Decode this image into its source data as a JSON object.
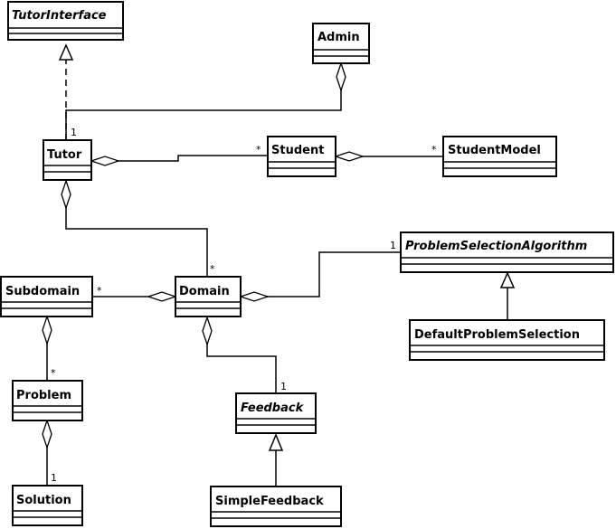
{
  "diagram": {
    "classes": {
      "tutor_interface": {
        "name": "TutorInterface",
        "abstract": true
      },
      "admin": {
        "name": "Admin",
        "abstract": false
      },
      "tutor": {
        "name": "Tutor",
        "abstract": false
      },
      "student": {
        "name": "Student",
        "abstract": false
      },
      "student_model": {
        "name": "StudentModel",
        "abstract": false
      },
      "problem_selection_algorithm": {
        "name": "ProblemSelectionAlgorithm",
        "abstract": true
      },
      "subdomain": {
        "name": "Subdomain",
        "abstract": false
      },
      "domain": {
        "name": "Domain",
        "abstract": false
      },
      "default_problem_selection": {
        "name": "DefaultProblemSelection",
        "abstract": false
      },
      "problem": {
        "name": "Problem",
        "abstract": false
      },
      "feedback": {
        "name": "Feedback",
        "abstract": true
      },
      "solution": {
        "name": "Solution",
        "abstract": false
      },
      "simple_feedback": {
        "name": "SimpleFeedback",
        "abstract": false
      }
    },
    "relations": [
      {
        "kind": "realization",
        "from": "Tutor",
        "to": "TutorInterface"
      },
      {
        "kind": "aggregation",
        "whole": "Admin",
        "part": "Tutor",
        "part_multiplicity": "1"
      },
      {
        "kind": "aggregation",
        "whole": "Tutor",
        "part": "Student",
        "part_multiplicity": "*"
      },
      {
        "kind": "aggregation",
        "whole": "Student",
        "part": "StudentModel",
        "part_multiplicity": "*"
      },
      {
        "kind": "aggregation",
        "whole": "Tutor",
        "part": "Domain",
        "part_multiplicity": "*"
      },
      {
        "kind": "aggregation",
        "whole": "Domain",
        "part": "Subdomain",
        "part_multiplicity": "*"
      },
      {
        "kind": "aggregation",
        "whole": "Domain",
        "part": "ProblemSelectionAlgorithm",
        "part_multiplicity": "1"
      },
      {
        "kind": "generalization",
        "from": "DefaultProblemSelection",
        "to": "ProblemSelectionAlgorithm"
      },
      {
        "kind": "aggregation",
        "whole": "Subdomain",
        "part": "Problem",
        "part_multiplicity": "*"
      },
      {
        "kind": "aggregation",
        "whole": "Domain",
        "part": "Feedback",
        "part_multiplicity": "1"
      },
      {
        "kind": "aggregation",
        "whole": "Problem",
        "part": "Solution",
        "part_multiplicity": "1"
      },
      {
        "kind": "generalization",
        "from": "SimpleFeedback",
        "to": "Feedback"
      }
    ],
    "multiplicities": {
      "admin_tutor": "1",
      "tutor_student": "*",
      "student_studentmodel": "*",
      "tutor_domain": "*",
      "domain_subdomain": "*",
      "domain_psa": "1",
      "subdomain_problem": "*",
      "domain_feedback": "1",
      "problem_solution": "1"
    }
  }
}
